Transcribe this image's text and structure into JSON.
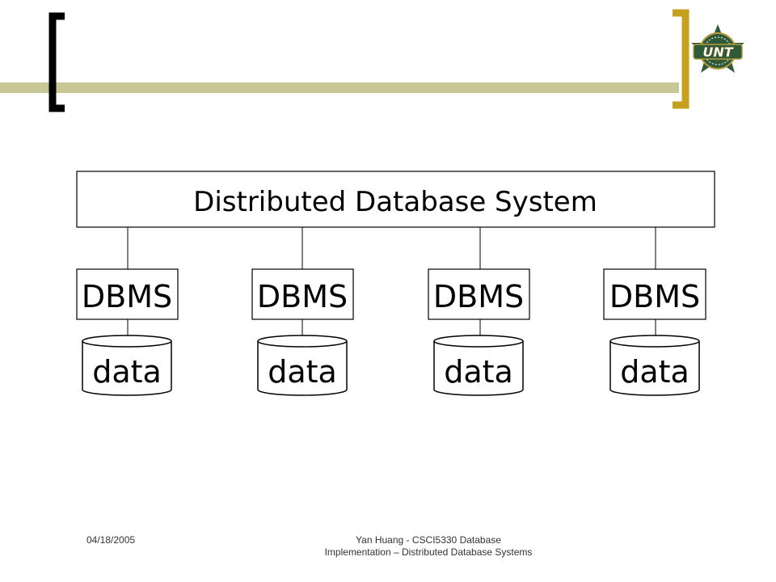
{
  "colors": {
    "accent_bar": "#c8c896",
    "left_bracket": "#000000",
    "right_bracket": "#c6a11e",
    "logo_green": "#2f5a3a",
    "logo_gold": "#b59a3c",
    "logo_white": "#ffffff",
    "box_stroke": "#000000"
  },
  "logo": {
    "icon": "unt-logo-icon",
    "text": "UNT"
  },
  "diagram": {
    "system_label": "Distributed Database System",
    "nodes": [
      {
        "dbms_label": "DBMS",
        "data_label": "data"
      },
      {
        "dbms_label": "DBMS",
        "data_label": "data"
      },
      {
        "dbms_label": "DBMS",
        "data_label": "data"
      },
      {
        "dbms_label": "DBMS",
        "data_label": "data"
      }
    ]
  },
  "footer": {
    "date": "04/18/2005",
    "caption_line1": "Yan Huang - CSCI5330 Database",
    "caption_line2": "Implementation – Distributed Database Systems"
  }
}
